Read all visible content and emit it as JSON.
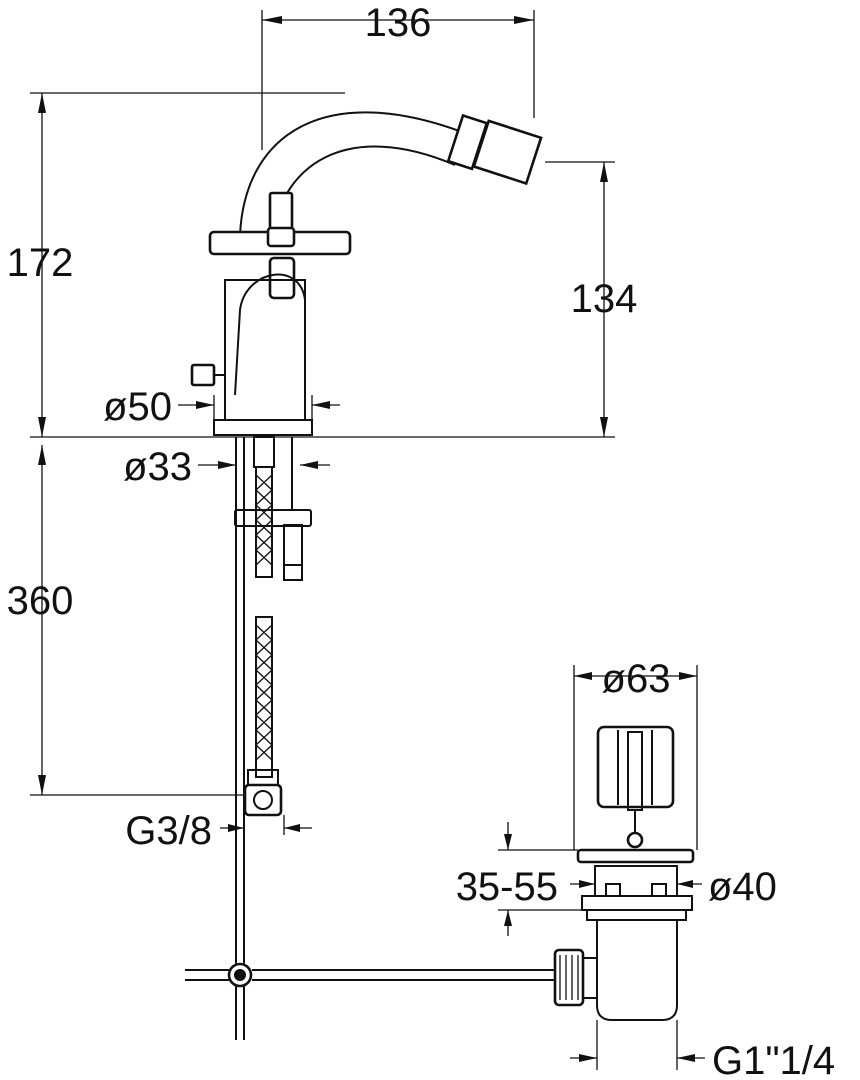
{
  "dimensions": {
    "spout_reach": "136",
    "total_height": "172",
    "spout_height": "134",
    "base_diameter": "ø50",
    "shank_diameter": "ø33",
    "shank_length": "360",
    "supply_thread": "G3/8",
    "waste_head_diameter": "ø63",
    "waste_range": "35-55",
    "waste_diameter": "ø40",
    "waste_thread": "G1\"1/4"
  },
  "colors": {
    "line": "#111111",
    "background": "#ffffff"
  }
}
